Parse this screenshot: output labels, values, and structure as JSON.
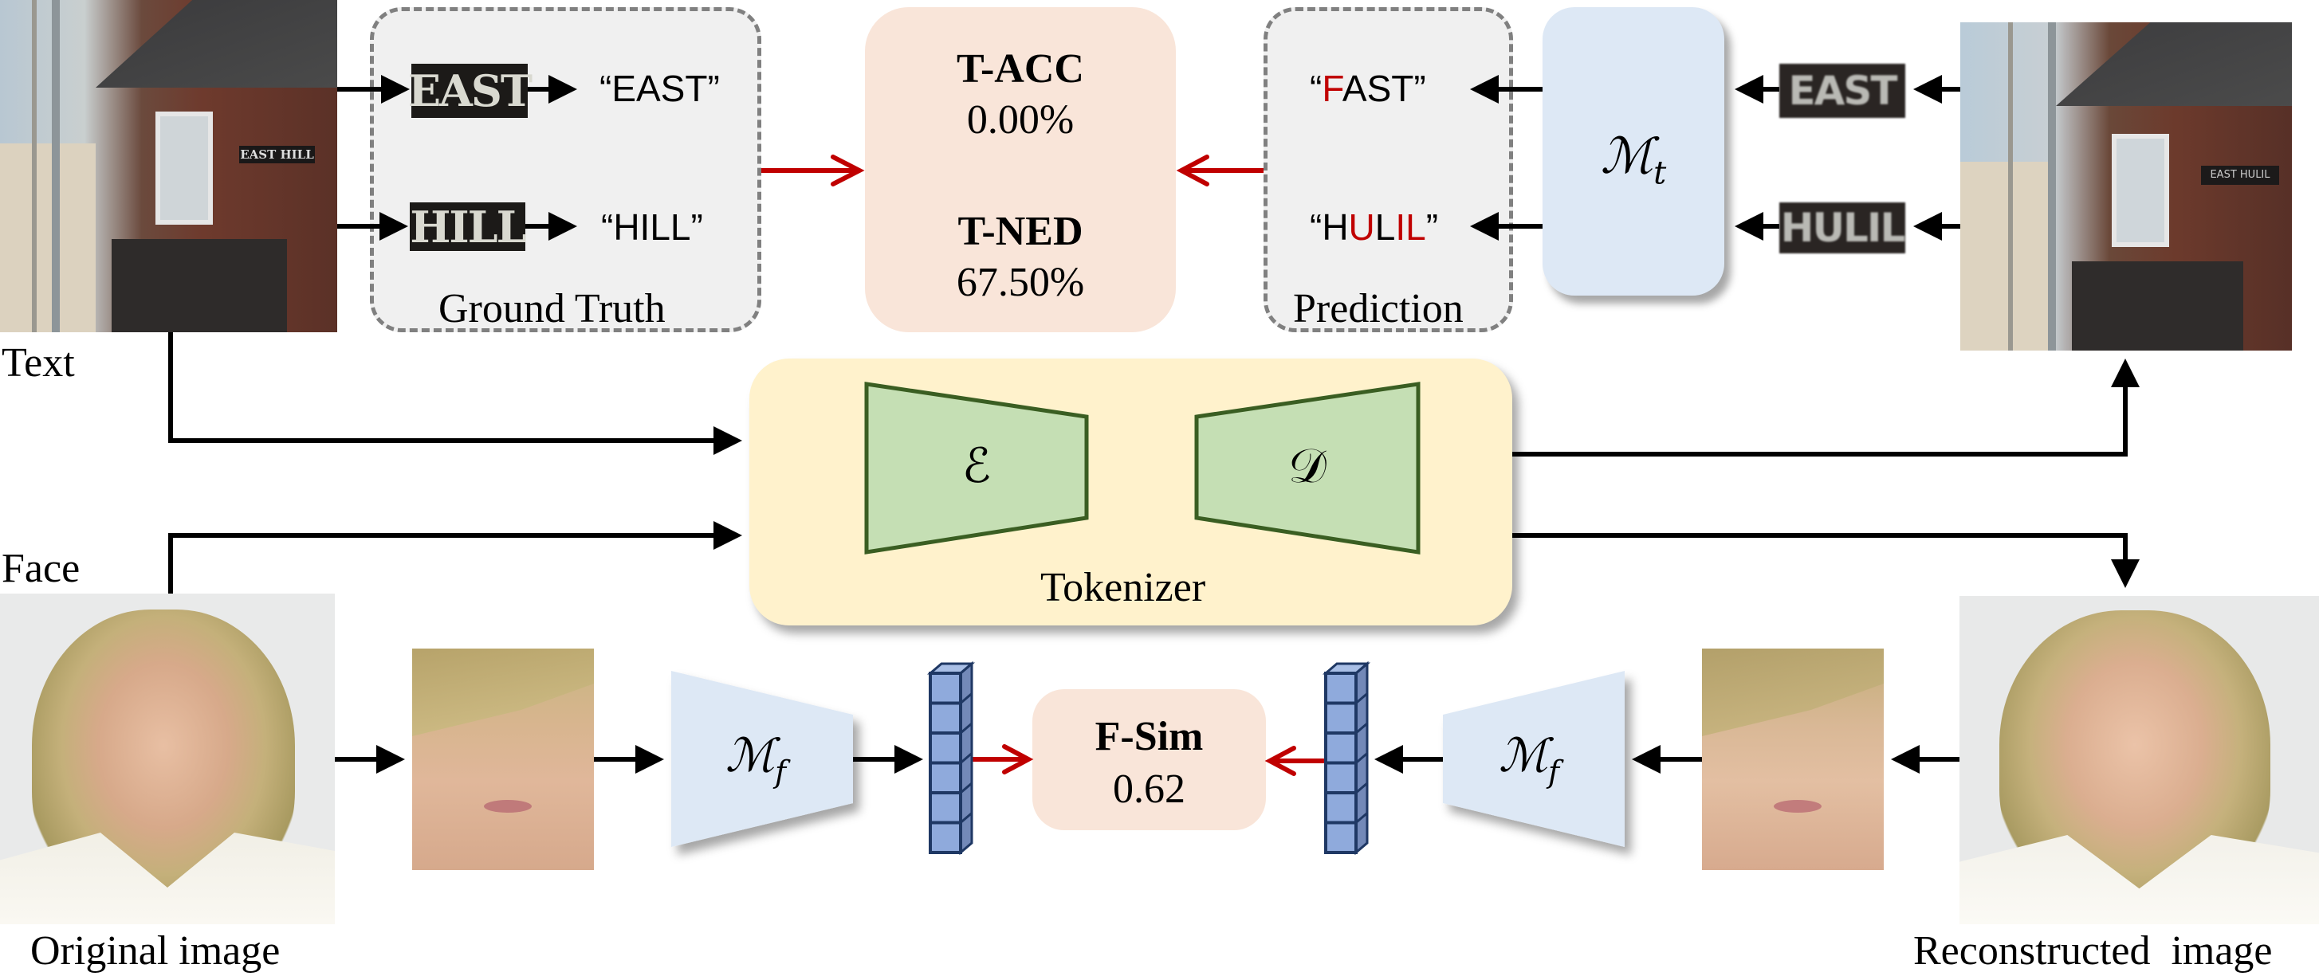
{
  "labels": {
    "text_input": "Text",
    "face_input": "Face",
    "original_image": "Original image",
    "reconstructed_image": "Reconstructed  image",
    "ground_truth": "Ground Truth",
    "prediction": "Prediction",
    "tokenizer": "Tokenizer"
  },
  "ground_truth": {
    "crops": [
      "EAST",
      "HILL"
    ],
    "strings": [
      "“EAST”",
      "“HILL”"
    ]
  },
  "prediction": {
    "crops": [
      "EAST",
      "HULIL"
    ],
    "strings": [
      [
        {
          "t": "“",
          "err": false
        },
        {
          "t": "F",
          "err": true
        },
        {
          "t": "AST”",
          "err": false
        }
      ],
      [
        {
          "t": "“H",
          "err": false
        },
        {
          "t": "U",
          "err": true
        },
        {
          "t": "L",
          "err": false
        },
        {
          "t": "IL",
          "err": true
        },
        {
          "t": "”",
          "err": false
        }
      ]
    ]
  },
  "text_metrics": {
    "tacc_label": "T-ACC",
    "tacc_value": "0.00%",
    "tned_label": "T-NED",
    "tned_value": "67.50%"
  },
  "face_metric": {
    "label": "F-Sim",
    "value": "0.62"
  },
  "models": {
    "text_recognizer": "ℳ",
    "text_recognizer_sub": "t",
    "face_model": "ℳ",
    "face_model_sub": "f",
    "encoder": "ℰ",
    "decoder": "𝒟"
  },
  "sign_text": {
    "original": "EAST HILL",
    "reconstructed": "EAST HULIL"
  },
  "feature_vector_cells": 6,
  "colors": {
    "metric_box": "#f9e5d9",
    "model_box": "#dde8f5",
    "tokenizer_box": "#fff2cc",
    "trapezoid_fill": "#c5dfb4",
    "trapezoid_stroke": "#3a5e22",
    "vector_cell": "#8faadc",
    "vector_stroke": "#1f3864",
    "error_red": "#c00000",
    "dashed_box": "#f0f0f0"
  }
}
